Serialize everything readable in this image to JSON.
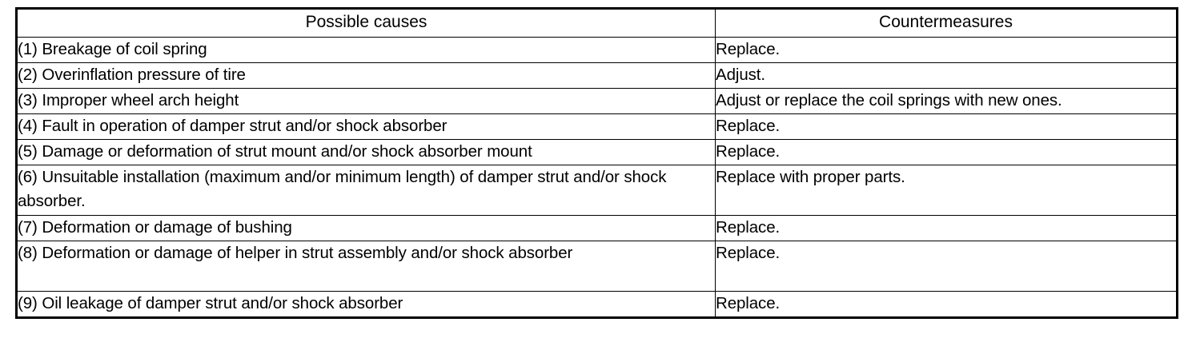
{
  "table": {
    "headers": [
      {
        "label": "Possible causes"
      },
      {
        "label": "Countermeasures"
      }
    ],
    "rows": [
      {
        "cause": "(1) Breakage of coil spring",
        "countermeasure": "Replace.",
        "tall": false
      },
      {
        "cause": "(2) Overinflation pressure of tire",
        "countermeasure": "Adjust.",
        "tall": false
      },
      {
        "cause": "(3) Improper wheel arch height",
        "countermeasure": "Adjust or replace the coil springs with new ones.",
        "tall": false
      },
      {
        "cause": "(4) Fault in operation of damper strut and/or shock absorber",
        "countermeasure": "Replace.",
        "tall": false
      },
      {
        "cause": "(5) Damage or deformation of strut mount and/or shock absorber mount",
        "countermeasure": "Replace.",
        "tall": false
      },
      {
        "cause": "(6) Unsuitable installation (maximum and/or minimum length) of damper strut and/or shock absorber.",
        "countermeasure": "Replace with proper parts.",
        "tall": true
      },
      {
        "cause": "(7) Deformation or damage of bushing",
        "countermeasure": "Replace.",
        "tall": false
      },
      {
        "cause": "(8) Deformation or damage of helper in strut assembly and/or shock absorber",
        "countermeasure": "Replace.",
        "tall": true
      },
      {
        "cause": "(9) Oil leakage of damper strut and/or shock absorber",
        "countermeasure": "Replace.",
        "tall": false
      }
    ]
  },
  "colors": {
    "border": "#000000",
    "text": "#000000",
    "background": "#ffffff"
  }
}
